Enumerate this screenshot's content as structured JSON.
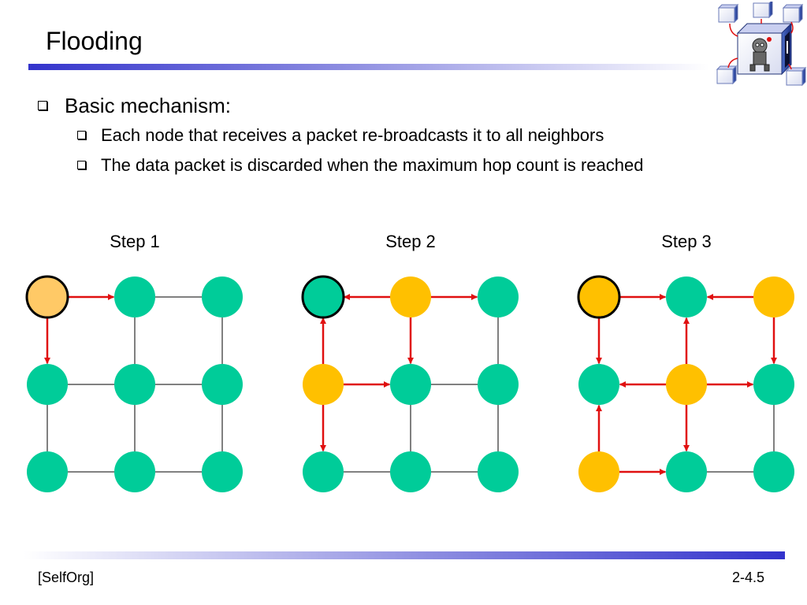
{
  "slide": {
    "title": "Flooding",
    "bullets": [
      {
        "text": "Basic mechanism:",
        "sub_bullets": [
          "Each node that receives a packet re-broadcasts it to all neighbors",
          "The data packet is discarded when the maximum hop count is reached"
        ]
      }
    ]
  },
  "footer": {
    "left": "[SelfOrg]",
    "right": "2-4.5"
  },
  "colors": {
    "accent_blue": "#3333cc",
    "node_idle": "#00cc99",
    "node_sending": "#ffc000",
    "node_origin_step1": "#ffc966",
    "arrow": "#e01010",
    "edge": "#000000"
  },
  "diagram": {
    "grid_rows": 3,
    "grid_cols": 3,
    "steps": [
      {
        "label": "Step 1",
        "source_node": [
          0,
          0
        ],
        "sending_nodes": [
          [
            0,
            0
          ]
        ],
        "arrows": [
          {
            "from": [
              0,
              0
            ],
            "to": [
              0,
              1
            ]
          },
          {
            "from": [
              0,
              0
            ],
            "to": [
              1,
              0
            ]
          }
        ]
      },
      {
        "label": "Step 2",
        "source_node": [
          0,
          0
        ],
        "sending_nodes": [
          [
            0,
            1
          ],
          [
            1,
            0
          ]
        ],
        "arrows": [
          {
            "from": [
              0,
              1
            ],
            "to": [
              0,
              0
            ]
          },
          {
            "from": [
              0,
              1
            ],
            "to": [
              0,
              2
            ]
          },
          {
            "from": [
              0,
              1
            ],
            "to": [
              1,
              1
            ]
          },
          {
            "from": [
              1,
              0
            ],
            "to": [
              0,
              0
            ]
          },
          {
            "from": [
              1,
              0
            ],
            "to": [
              1,
              1
            ]
          },
          {
            "from": [
              1,
              0
            ],
            "to": [
              2,
              0
            ]
          }
        ]
      },
      {
        "label": "Step 3",
        "source_node": [
          0,
          0
        ],
        "sending_nodes": [
          [
            0,
            0
          ],
          [
            0,
            2
          ],
          [
            1,
            1
          ],
          [
            2,
            0
          ]
        ],
        "arrows": [
          {
            "from": [
              0,
              0
            ],
            "to": [
              0,
              1
            ]
          },
          {
            "from": [
              0,
              0
            ],
            "to": [
              1,
              0
            ]
          },
          {
            "from": [
              0,
              2
            ],
            "to": [
              0,
              1
            ]
          },
          {
            "from": [
              0,
              2
            ],
            "to": [
              1,
              2
            ]
          },
          {
            "from": [
              1,
              1
            ],
            "to": [
              0,
              1
            ]
          },
          {
            "from": [
              1,
              1
            ],
            "to": [
              1,
              0
            ]
          },
          {
            "from": [
              1,
              1
            ],
            "to": [
              1,
              2
            ]
          },
          {
            "from": [
              1,
              1
            ],
            "to": [
              2,
              1
            ]
          },
          {
            "from": [
              2,
              0
            ],
            "to": [
              1,
              0
            ]
          },
          {
            "from": [
              2,
              0
            ],
            "to": [
              2,
              1
            ]
          }
        ]
      }
    ]
  }
}
